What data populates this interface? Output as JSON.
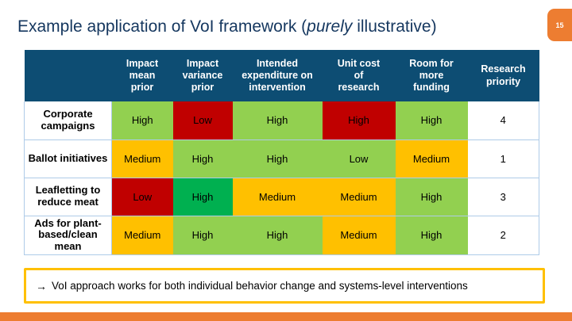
{
  "slide": {
    "title_part1": "Example application of VoI framework (",
    "title_italic": "purely",
    "title_part2": " illustrative)",
    "page_number": "15"
  },
  "colors": {
    "light_green": "#92D050",
    "dark_green": "#00B050",
    "red": "#C00000",
    "amber": "#FFC000",
    "header_navy": "#0D4D73",
    "title_navy": "#15375F",
    "accent_orange": "#ED7D31",
    "border_blue": "#AECBE8"
  },
  "table": {
    "header": [
      "",
      "Impact\nmean\nprior",
      "Impact\nvariance\nprior",
      "Intended\nexpenditure on\nintervention",
      "Unit cost\nof\nresearch",
      "Room for\nmore\nfunding",
      "Research\npriority"
    ],
    "rows": [
      {
        "label": "Corporate campaigns",
        "cells": [
          {
            "text": "High",
            "color": "light_green"
          },
          {
            "text": "Low",
            "color": "red"
          },
          {
            "text": "High",
            "color": "light_green"
          },
          {
            "text": "High",
            "color": "red"
          },
          {
            "text": "High",
            "color": "light_green"
          }
        ],
        "priority": "4"
      },
      {
        "label": "Ballot initiatives",
        "cells": [
          {
            "text": "Medium",
            "color": "amber"
          },
          {
            "text": "High",
            "color": "light_green"
          },
          {
            "text": "High",
            "color": "light_green"
          },
          {
            "text": "Low",
            "color": "light_green"
          },
          {
            "text": "Medium",
            "color": "amber"
          }
        ],
        "priority": "1"
      },
      {
        "label": "Leafletting to reduce meat",
        "cells": [
          {
            "text": "Low",
            "color": "red"
          },
          {
            "text": "High",
            "color": "dark_green"
          },
          {
            "text": "Medium",
            "color": "amber"
          },
          {
            "text": "Medium",
            "color": "amber"
          },
          {
            "text": "High",
            "color": "light_green"
          }
        ],
        "priority": "3"
      },
      {
        "label": "Ads for plant-based/clean mean",
        "cells": [
          {
            "text": "Medium",
            "color": "amber"
          },
          {
            "text": "High",
            "color": "light_green"
          },
          {
            "text": "High",
            "color": "light_green"
          },
          {
            "text": "Medium",
            "color": "amber"
          },
          {
            "text": "High",
            "color": "light_green"
          }
        ],
        "priority": "2"
      }
    ]
  },
  "callout": {
    "arrow": "→",
    "text": "VoI approach works for both individual behavior change and systems-level interventions"
  }
}
